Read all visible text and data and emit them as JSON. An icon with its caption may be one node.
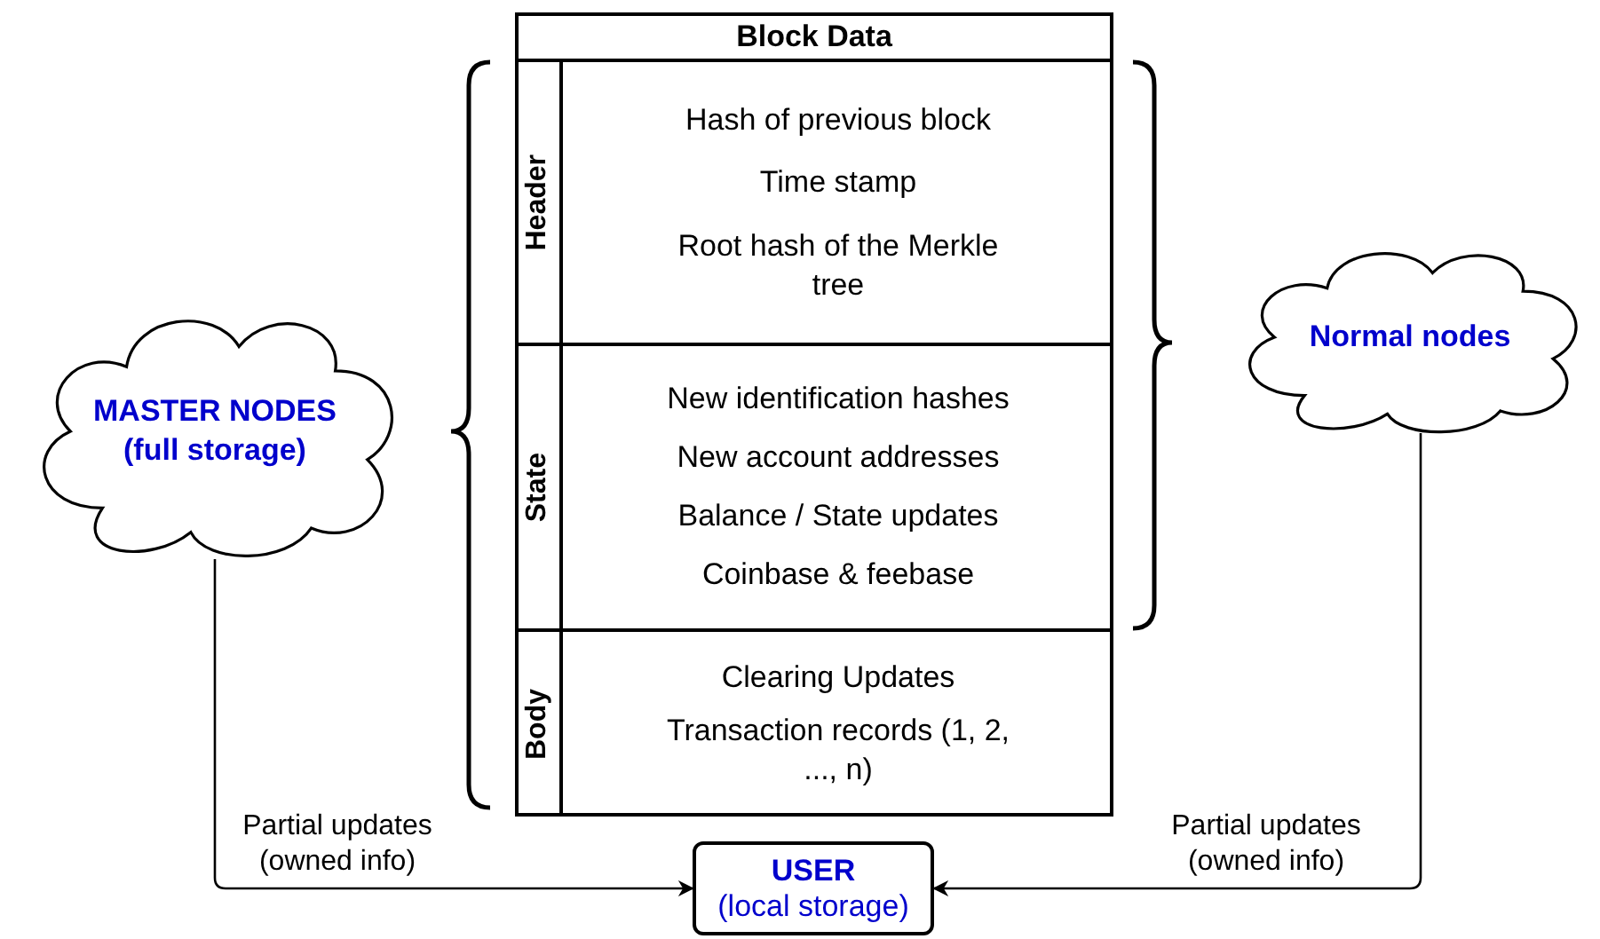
{
  "diagram": {
    "nodes": [
      {
        "text": [
          "Block Data"
        ]
      },
      {
        "text": [
          "Header",
          "Hash of previous block",
          "Time stamp",
          "Root hash of the Merkle tree"
        ],
        "in": 0
      },
      {
        "text": [
          "State",
          "New identification hashes",
          "New account addresses",
          "Balance / State updates",
          "Coinbase & feebase"
        ],
        "in": 0
      },
      {
        "text": [
          "Body",
          "Clearing Updates",
          "Transaction records (1, 2, ..., n)"
        ],
        "in": 0
      },
      {
        "text": [
          "MASTER NODES (full storage)"
        ]
      },
      {
        "text": [
          "Normal nodes"
        ]
      },
      {
        "text": [
          "USER",
          "(local storage)"
        ]
      }
    ],
    "edges": [
      {
        "from": 4,
        "to": 6,
        "arrow": "to",
        "label": "Partial updates (owned info)"
      },
      {
        "from": 5,
        "to": 6,
        "arrow": "to",
        "label": "Partial updates (owned info)"
      }
    ]
  }
}
